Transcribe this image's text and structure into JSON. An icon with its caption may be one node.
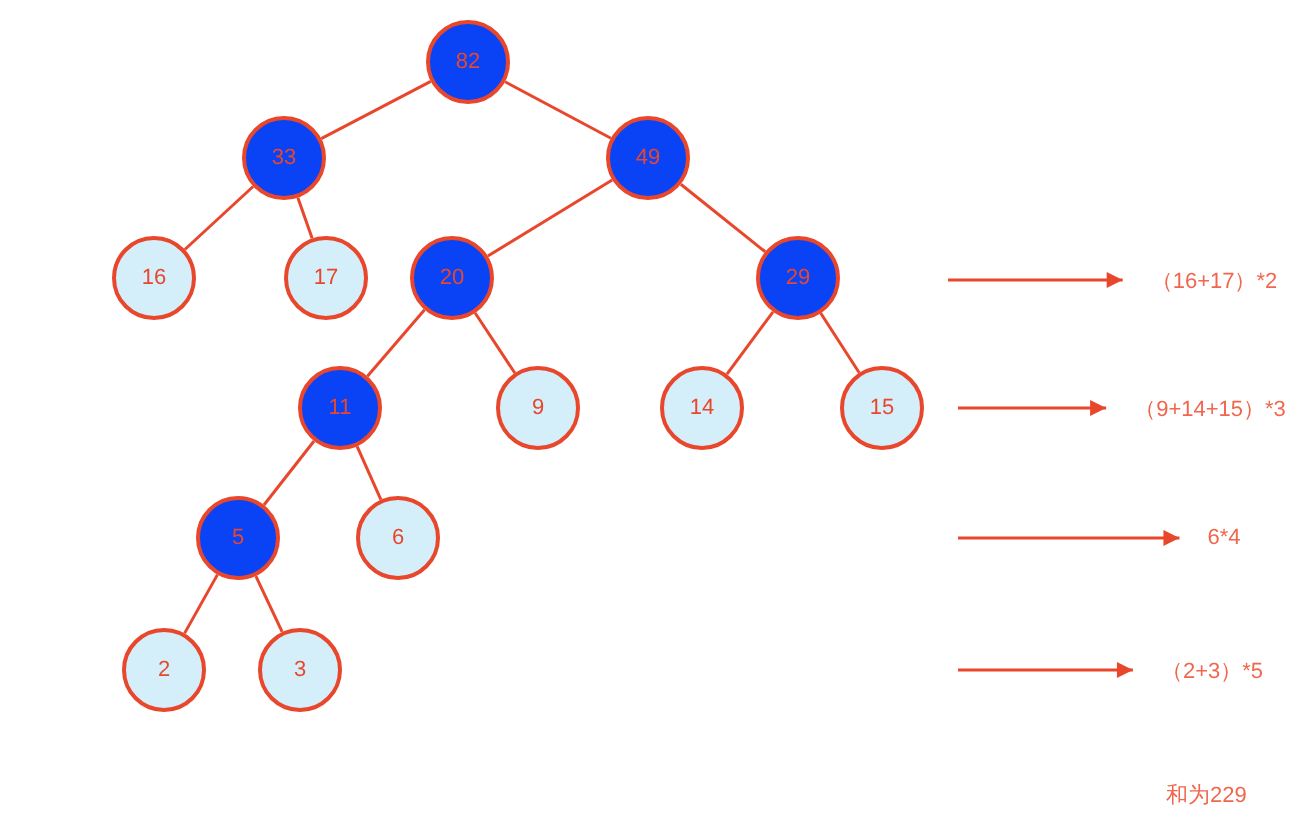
{
  "diagram": {
    "nodes": [
      {
        "text": [
          "82"
        ]
      },
      {
        "text": [
          "33"
        ]
      },
      {
        "text": [
          "49"
        ]
      },
      {
        "text": [
          "16"
        ]
      },
      {
        "text": [
          "17"
        ]
      },
      {
        "text": [
          "20"
        ]
      },
      {
        "text": [
          "29"
        ]
      },
      {
        "text": [
          "11"
        ]
      },
      {
        "text": [
          "9"
        ]
      },
      {
        "text": [
          "14"
        ]
      },
      {
        "text": [
          "15"
        ]
      },
      {
        "text": [
          "5"
        ]
      },
      {
        "text": [
          "6"
        ]
      },
      {
        "text": [
          "2"
        ]
      },
      {
        "text": [
          "3"
        ]
      },
      {
        "text": [
          "（16+17）*2"
        ]
      },
      {
        "text": [
          "（9+14+15）*3"
        ]
      },
      {
        "text": [
          "6*4"
        ]
      },
      {
        "text": [
          "（2+3）*5"
        ]
      }
    ],
    "edges": [
      {
        "from": 0,
        "to": 1,
        "arrow": "none"
      },
      {
        "from": 0,
        "to": 2,
        "arrow": "none"
      },
      {
        "from": 1,
        "to": 3,
        "arrow": "none"
      },
      {
        "from": 1,
        "to": 4,
        "arrow": "none"
      },
      {
        "from": 2,
        "to": 5,
        "arrow": "none"
      },
      {
        "from": 2,
        "to": 6,
        "arrow": "none"
      },
      {
        "from": 5,
        "to": 7,
        "arrow": "none"
      },
      {
        "from": 5,
        "to": 8,
        "arrow": "none"
      },
      {
        "from": 6,
        "to": 9,
        "arrow": "none"
      },
      {
        "from": 6,
        "to": 10,
        "arrow": "none"
      },
      {
        "from": 7,
        "to": 11,
        "arrow": "none"
      },
      {
        "from": 7,
        "to": 12,
        "arrow": "none"
      },
      {
        "from": 11,
        "to": 13,
        "arrow": "none"
      },
      {
        "from": 11,
        "to": 14,
        "arrow": "none"
      },
      {
        "from": null,
        "to": 15,
        "arrow": "to"
      },
      {
        "from": null,
        "to": 16,
        "arrow": "to"
      },
      {
        "from": null,
        "to": 17,
        "arrow": "to"
      },
      {
        "from": null,
        "to": 18,
        "arrow": "to"
      }
    ],
    "labels": [
      "和为229"
    ]
  }
}
